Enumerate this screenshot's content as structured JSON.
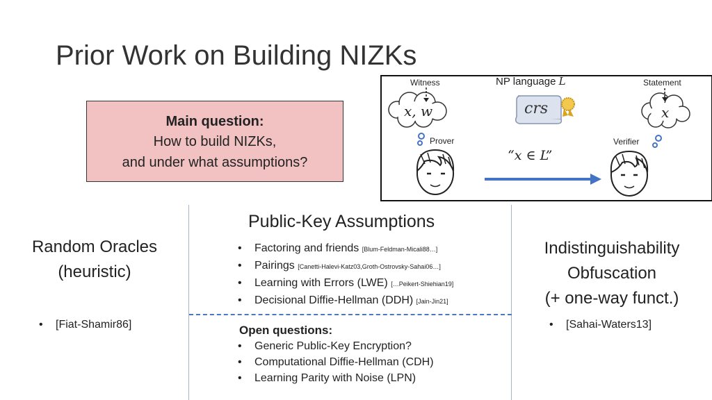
{
  "title": "Prior Work on Building NIZKs",
  "main_question": {
    "heading": "Main question:",
    "line1": "How to build NIZKs,",
    "line2": "and under what assumptions?"
  },
  "diagram": {
    "witness_label": "Witness",
    "witness_vars": "x, w",
    "np_language_label": "NP language",
    "np_language_symbol": "L",
    "crs_label": "crs",
    "statement_label": "Statement",
    "statement_var": "x",
    "prover_label": "Prover",
    "verifier_label": "Verifier",
    "claim": "“x ∈ L”",
    "arrow_color": "#4472c4"
  },
  "random_oracles": {
    "line1": "Random Oracles",
    "line2": "(heuristic)",
    "items": [
      {
        "text": "[Fiat-Shamir86]"
      }
    ]
  },
  "public_key": {
    "title": "Public-Key Assumptions",
    "items": [
      {
        "text": "Factoring and friends ",
        "cite": "[Blum-Feldman-Micali88…]"
      },
      {
        "text": "Pairings ",
        "cite": "[Canetti-Halevi-Katz03,Groth-Ostrovsky-Sahai06…]"
      },
      {
        "text": "Learning with Errors (LWE) ",
        "cite": "[…Peikert-Shiehian19]"
      },
      {
        "text": "Decisional Diffie-Hellman (DDH) ",
        "cite": "[Jain-Jin21]"
      }
    ],
    "open_questions_heading": "Open questions:",
    "open_questions": [
      {
        "text": "Generic Public-Key Encryption?"
      },
      {
        "text": "Computational Diffie-Hellman (CDH)"
      },
      {
        "text": "Learning Parity with Noise (LPN)"
      }
    ]
  },
  "io": {
    "line1": "Indistinguishability",
    "line2": "Obfuscation",
    "line3": "(+ one-way funct.)",
    "items": [
      {
        "text": "[Sahai-Waters13]"
      }
    ]
  }
}
